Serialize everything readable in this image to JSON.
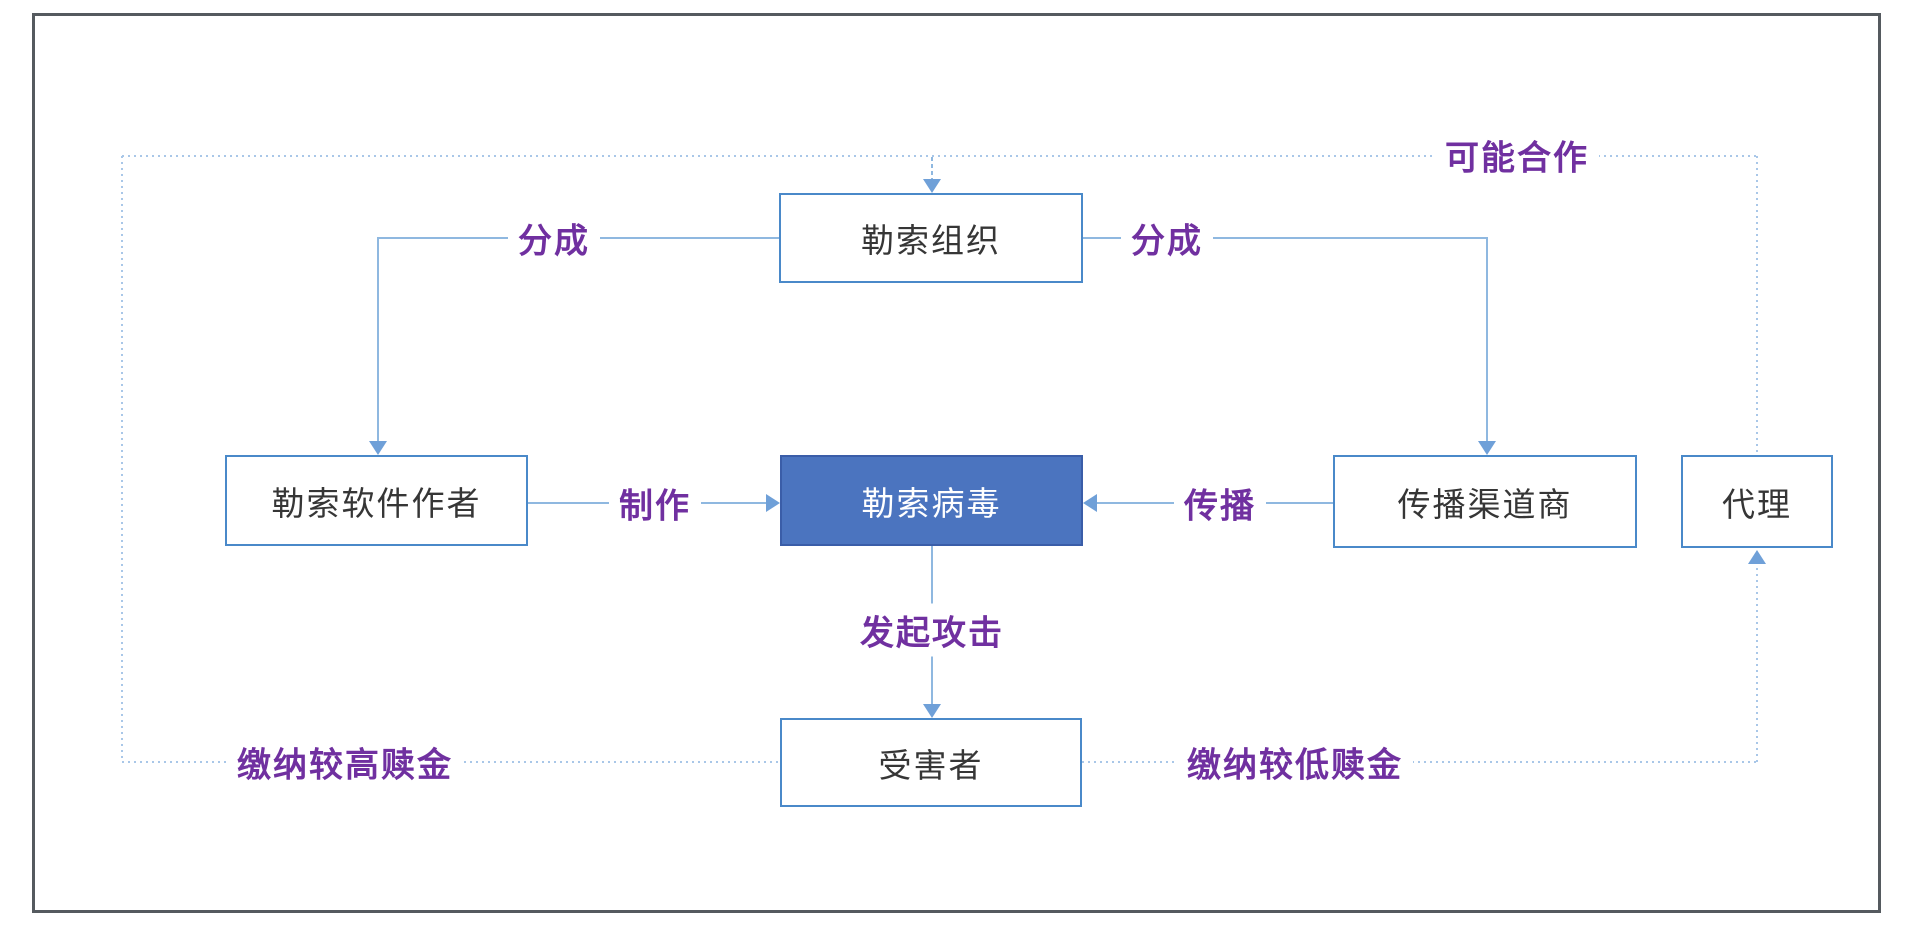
{
  "diagram": {
    "title": "ransomware-ecosystem-diagram",
    "nodes": {
      "org": {
        "label": "勒索组织"
      },
      "author": {
        "label": "勒索软件作者"
      },
      "virus": {
        "label": "勒索病毒"
      },
      "channel": {
        "label": "传播渠道商"
      },
      "agent": {
        "label": "代理"
      },
      "victim": {
        "label": "受害者"
      }
    },
    "edge_labels": {
      "share_left": "分成",
      "share_right": "分成",
      "possible_cooperation": "可能合作",
      "create": "制作",
      "spread": "传播",
      "launch_attack": "发起攻击",
      "pay_higher_ransom": "缴纳较高赎金",
      "pay_lower_ransom": "缴纳较低赎金"
    },
    "colors": {
      "node_border_blue": "#4a89c9",
      "virus_fill_blue": "#4b74bf",
      "connector_blue": "#8fb8e0",
      "dotted_blue": "#a9c7e8",
      "arrowhead_blue": "#6fa0d8",
      "label_purple": "#7030a0",
      "frame_gray": "#555a5f",
      "node_text": "#363636",
      "virus_text": "#ffffff"
    }
  }
}
